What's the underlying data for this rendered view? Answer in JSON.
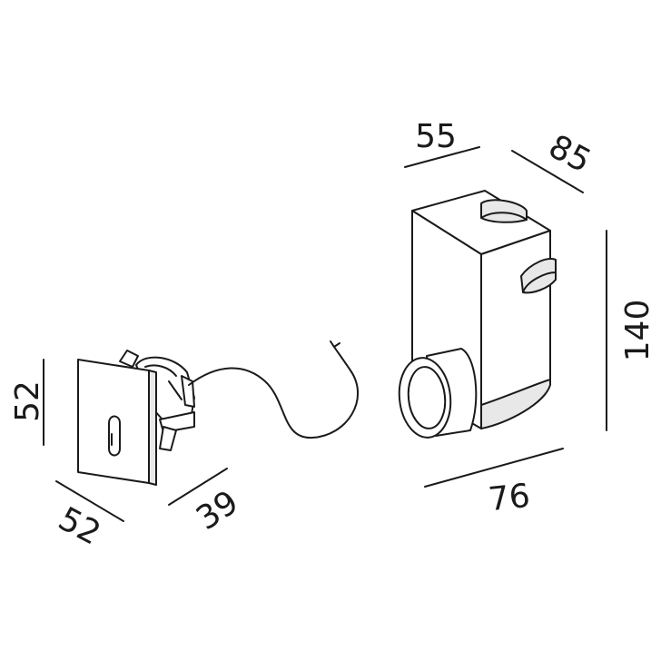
{
  "diagram": {
    "dimensions": {
      "fixture_height": "52",
      "fixture_width": "52",
      "fixture_depth": "39",
      "box_width": "55",
      "box_depth": "85",
      "box_height": "140",
      "box_length": "76"
    }
  }
}
